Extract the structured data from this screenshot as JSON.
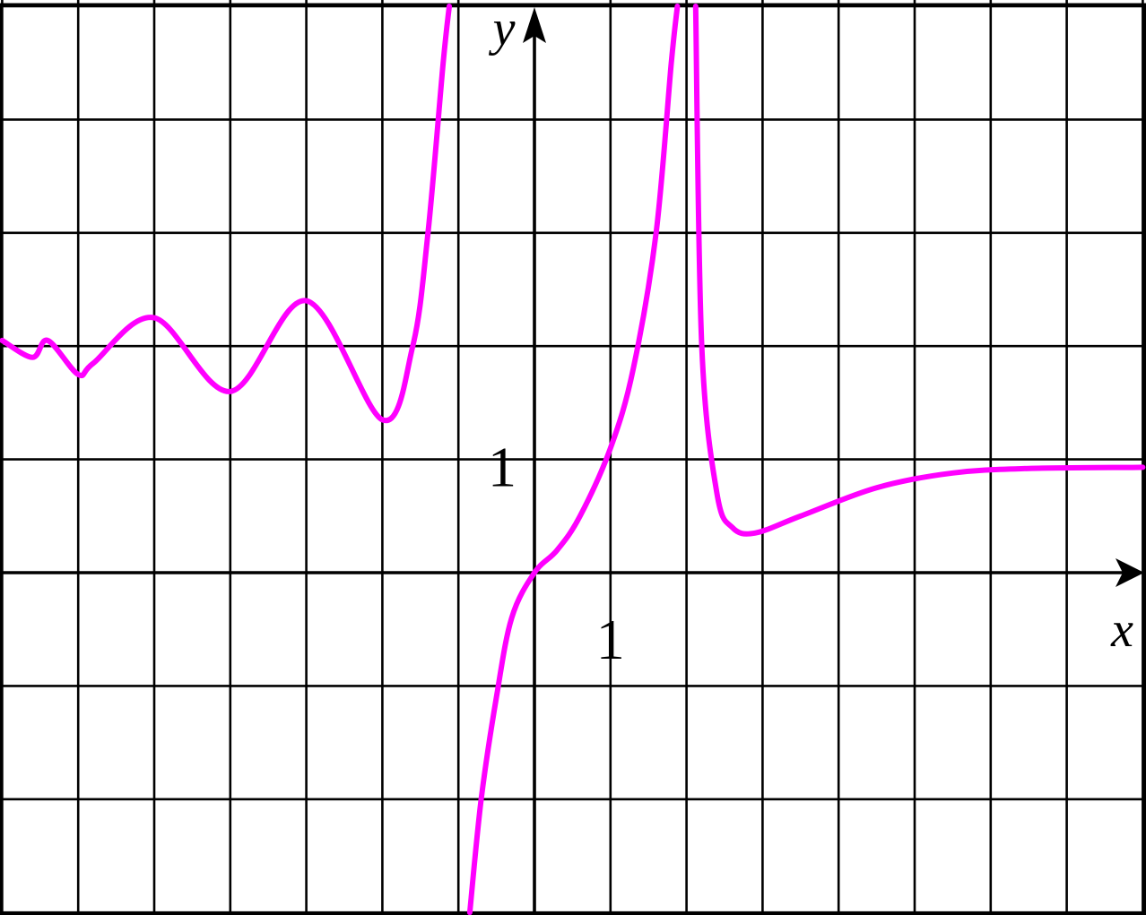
{
  "chart_data": {
    "type": "line",
    "xlabel": "x",
    "ylabel": "y",
    "xlim": [
      -7,
      8
    ],
    "ylim": [
      -3,
      5
    ],
    "grid": true,
    "tick_labels": {
      "x": "1",
      "y": "1"
    },
    "vertical_asymptotes": [
      -1.1,
      1.9,
      2.1
    ],
    "series": [
      {
        "segment": "left",
        "color": "#ff00ff",
        "x": [
          -7,
          -6.6,
          -6.4,
          -6.0,
          -5.8,
          -5.0,
          -4.0,
          -3.0,
          -2.0,
          -1.6,
          -1.4,
          -1.2,
          -1.12
        ],
        "y": [
          2.05,
          1.9,
          2.05,
          1.75,
          1.85,
          2.25,
          1.6,
          2.4,
          1.35,
          2.0,
          3.0,
          4.5,
          5.0
        ]
      },
      {
        "segment": "middle",
        "color": "#ff00ff",
        "x": [
          -0.85,
          -0.7,
          -0.5,
          -0.3,
          0.0,
          0.3,
          0.6,
          1.0,
          1.3,
          1.6,
          1.8,
          1.88
        ],
        "y": [
          -3.0,
          -2.0,
          -1.1,
          -0.4,
          0.0,
          0.2,
          0.5,
          1.1,
          1.8,
          3.0,
          4.5,
          5.0
        ]
      },
      {
        "segment": "right",
        "color": "#ff00ff",
        "x": [
          2.12,
          2.2,
          2.4,
          2.6,
          2.9,
          3.5,
          4.5,
          5.5,
          6.5,
          8.0
        ],
        "y": [
          5.0,
          2.0,
          0.7,
          0.4,
          0.35,
          0.5,
          0.75,
          0.88,
          0.92,
          0.93
        ]
      }
    ]
  }
}
